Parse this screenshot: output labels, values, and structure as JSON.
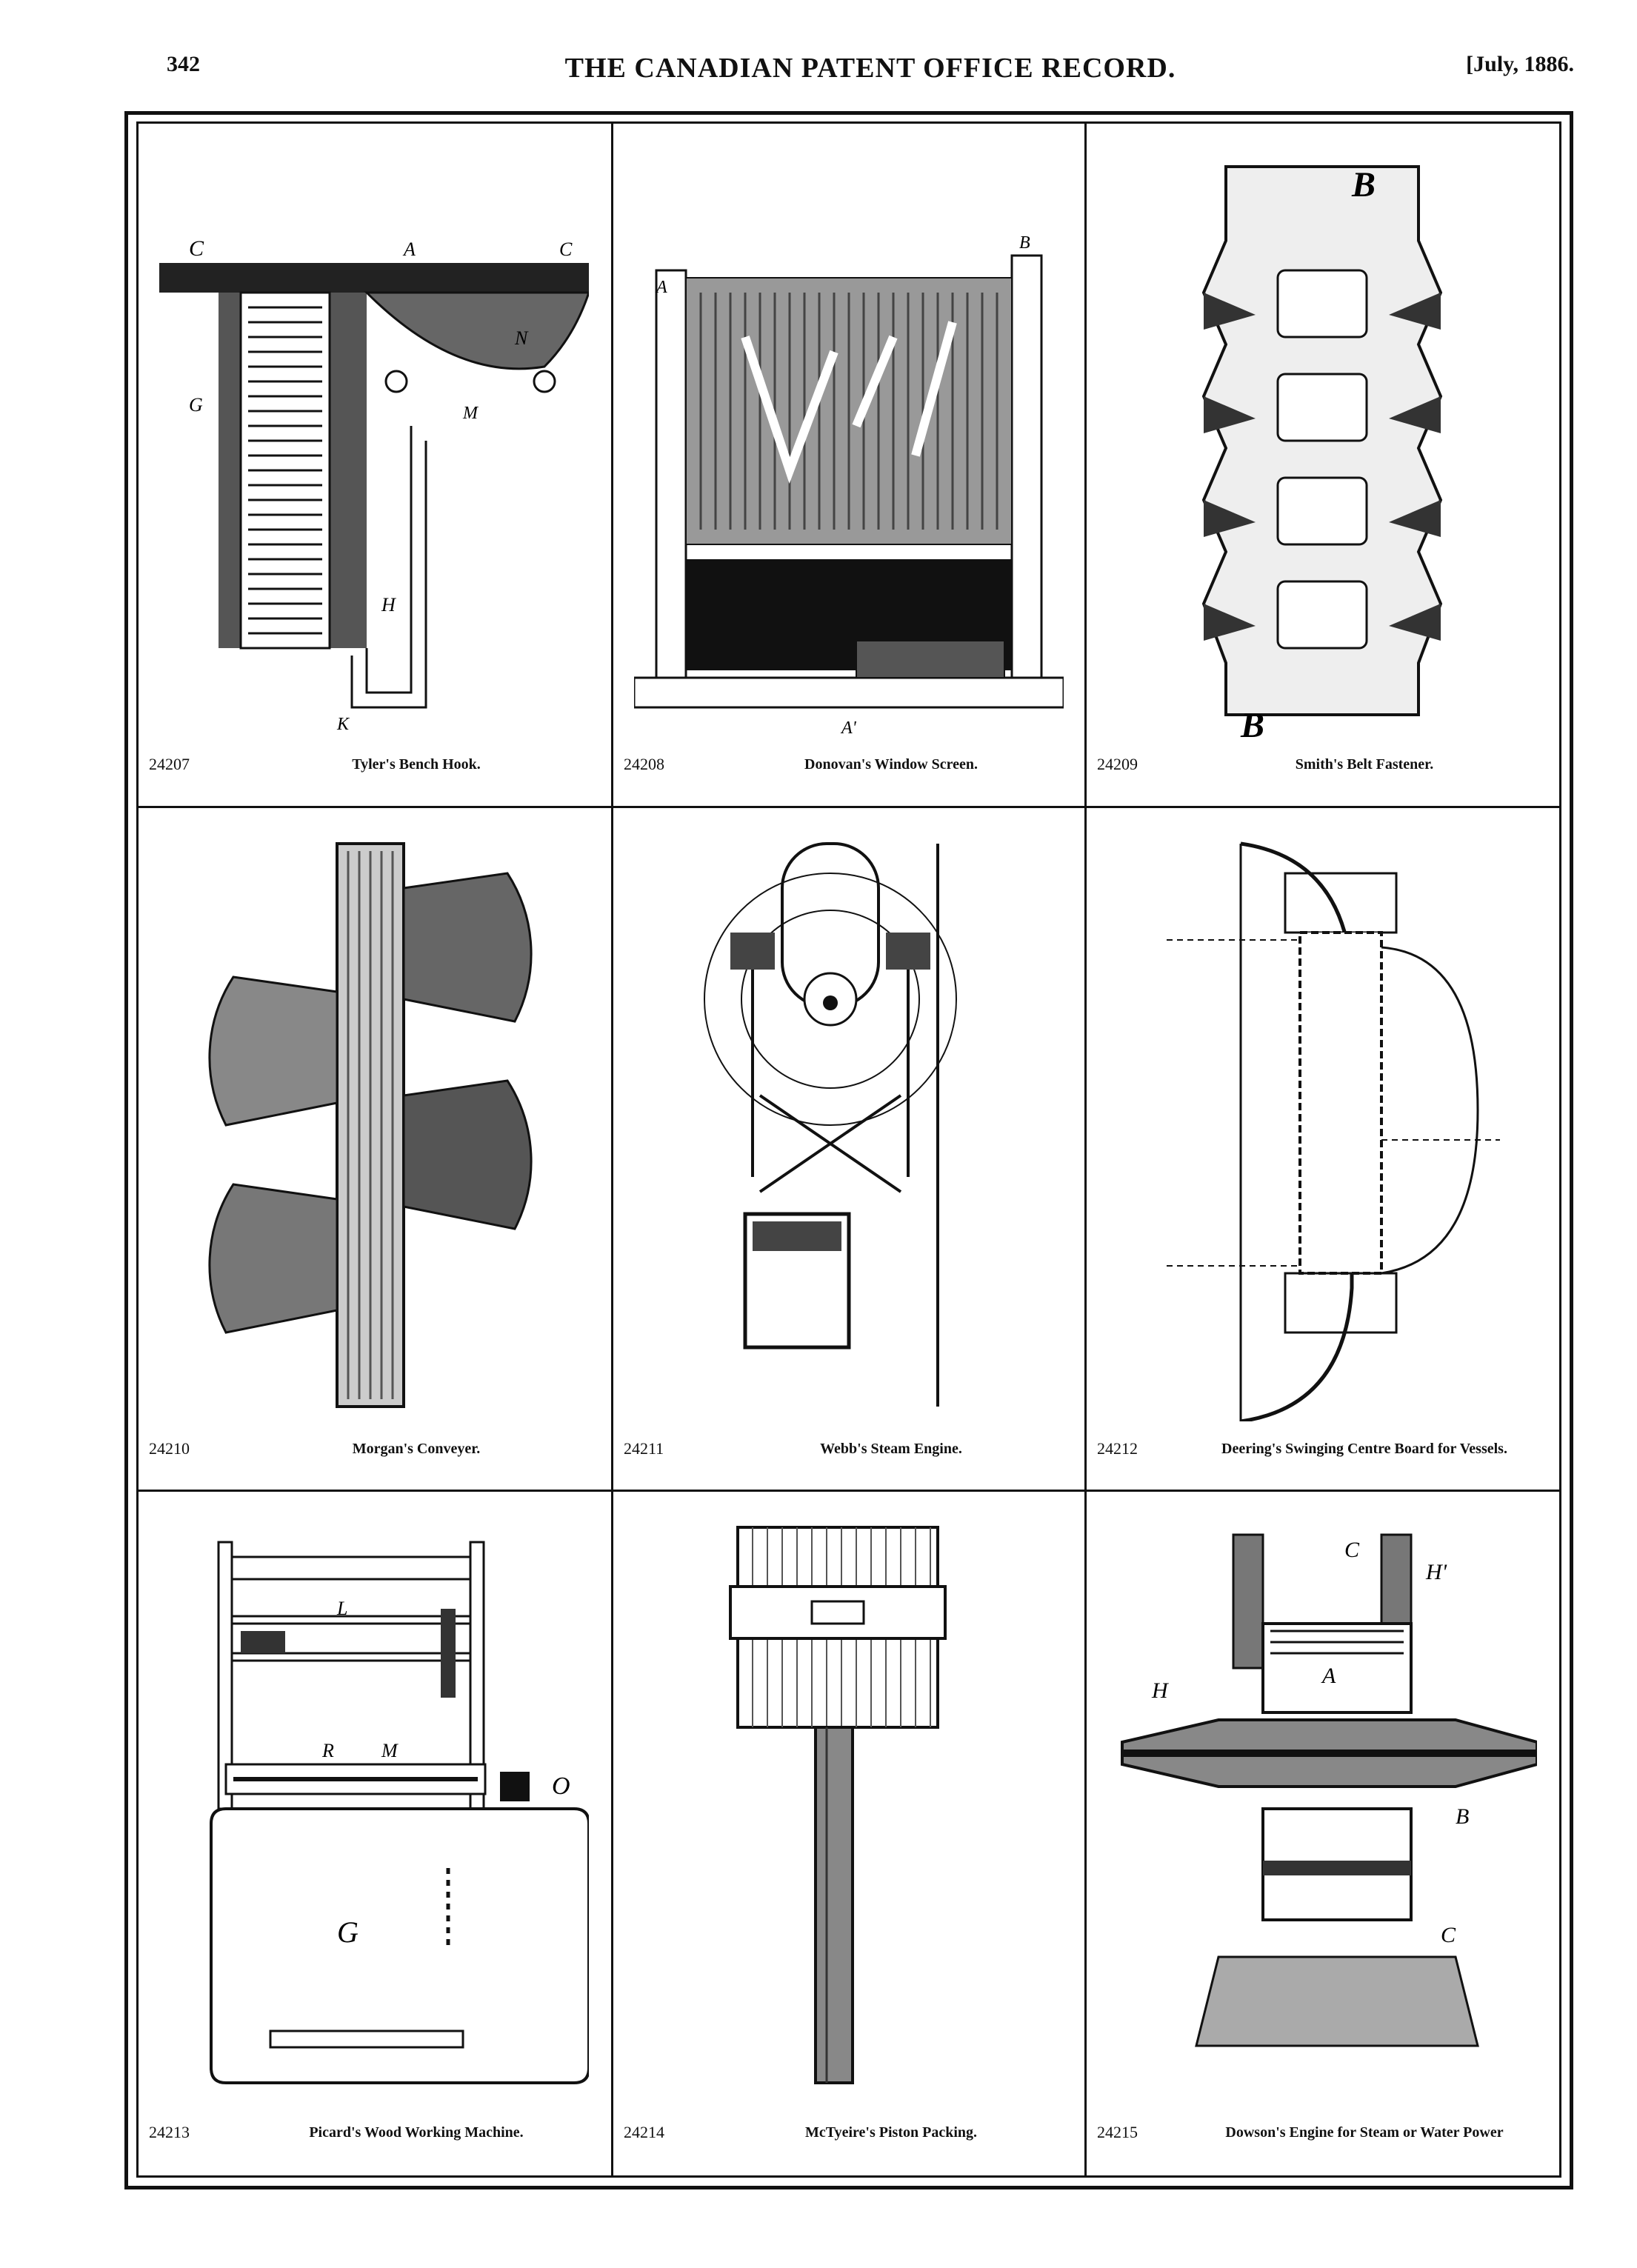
{
  "header": {
    "page_number": "342",
    "journal_title": "THE CANADIAN PATENT OFFICE RECORD.",
    "issue_date": "[July, 1886."
  },
  "patents": [
    {
      "number": "24207",
      "title": "Tyler's Bench Hook."
    },
    {
      "number": "24208",
      "title": "Donovan's Window Screen."
    },
    {
      "number": "24209",
      "title": "Smith's Belt Fastener."
    },
    {
      "number": "24210",
      "title": "Morgan's Conveyer."
    },
    {
      "number": "24211",
      "title": "Webb's Steam Engine."
    },
    {
      "number": "24212",
      "title": "Deering's Swinging Centre Board for Vessels."
    },
    {
      "number": "24213",
      "title": "Picard's Wood Working Machine."
    },
    {
      "number": "24214",
      "title": "McTyeire's Piston Packing."
    },
    {
      "number": "24215",
      "title": "Dowson's Engine for Steam or Water Power"
    }
  ],
  "figure_letters": {
    "bench_hook": [
      "C",
      "A",
      "C",
      "G",
      "N",
      "M",
      "H",
      "K"
    ],
    "window_screen": [
      "A",
      "B",
      "A'"
    ],
    "belt_fastener": [
      "B",
      "B"
    ],
    "wood_machine": [
      "G",
      "O",
      "R",
      "M",
      "L"
    ],
    "dowson_engine": [
      "C",
      "H'",
      "A",
      "H",
      "B",
      "C"
    ]
  },
  "colors": {
    "ink": "#111111",
    "paper": "#ffffff"
  }
}
